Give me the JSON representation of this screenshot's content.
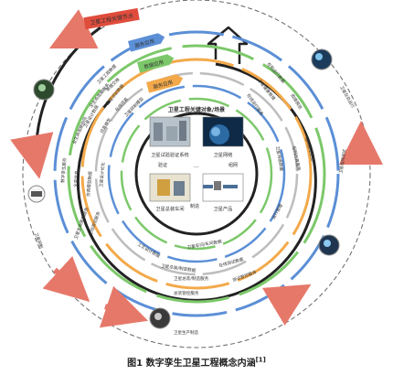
{
  "caption": {
    "text": "图1  数字孪生卫星工程概念内涵",
    "ref": "[1]"
  },
  "core": {
    "title": "卫星工程关键对象/场景",
    "items": [
      "卫星试验验证系统",
      "卫星网络",
      "卫星总装车间",
      "卫星产品"
    ],
    "links": [
      "验证",
      "组网",
      "制造",
      "..."
    ]
  },
  "top_label": "卫星工程关键节点",
  "arrow_tags": [
    "服务应用",
    "数据应用",
    "服务应用"
  ],
  "phases": [
    "卫星在轨运行",
    "卫星研制",
    "卫星生产制造",
    "卫星组网测试"
  ],
  "labels": {
    "upper_left": [
      "卫星工程数据",
      "数据交换",
      "全生命周期服务",
      "卫星试验数据",
      "在线仿真",
      "卫星研制模型",
      "卫星设计数据",
      "仿真模型",
      "全生命周期协同"
    ],
    "left": [
      "数字孪生服务",
      "全息信息",
      "仿真模型数据",
      "卫星设计优化",
      "卫星生命周期服务",
      "在线测试服务"
    ],
    "lower": [
      "工艺设计数据",
      "卫星总装/制造数据",
      "卫星总装/制造服务",
      "卫星车间/车间数据",
      "总装管控服务",
      "在线测试数据",
      "测试管控服务"
    ],
    "right": [
      "在轨运行数据",
      "卫星健康管理",
      "在线运行服务",
      "故障预测",
      "组网测试数据",
      "组网仿真服务",
      "卫星网络数据",
      "运行管理"
    ]
  },
  "colors": {
    "blue": "#5b8fd6",
    "green": "#7cc86a",
    "orange": "#f3a94a",
    "red": "#e6786a",
    "gray": "#bdbdbd",
    "dark": "#222222"
  }
}
